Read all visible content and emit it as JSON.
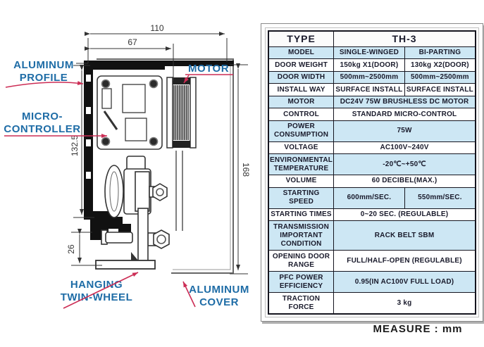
{
  "diagram": {
    "dimensions": {
      "width_total": "110",
      "width_inner": "67",
      "height_profile": "132.5",
      "height_cover": "168",
      "height_rail": "26"
    },
    "labels": {
      "aluminum_profile_1": "ALUMINUM",
      "aluminum_profile_2": "PROFILE",
      "motor": "MOTOR",
      "micro_controller_1": "MICRO-",
      "micro_controller_2": "CONTROLLER",
      "hanging_1": "HANGING",
      "hanging_2": "TWIN-WHEEL",
      "cover_1": "ALUMINUM",
      "cover_2": "COVER"
    },
    "colors": {
      "label_blue": "#1e6ca6",
      "leader_red": "#cc2d55",
      "line_dark": "#333333"
    }
  },
  "table": {
    "header": {
      "col1": "TYPE",
      "col2": "TH-3"
    },
    "row_highlight_color": "#cde7f4",
    "rows": [
      {
        "label": "MODEL",
        "v1": "SINGLE-WINGED",
        "v2": "BI-PARTING"
      },
      {
        "label": "DOOR WEIGHT",
        "v1": "150kg X1(DOOR)",
        "v2": "130kg X2(DOOR)"
      },
      {
        "label": "DOOR WIDTH",
        "v1": "500mm~2500mm",
        "v2": "500mm~2500mm"
      },
      {
        "label": "INSTALL WAY",
        "v1": "SURFACE INSTALL",
        "v2": "SURFACE INSTALL"
      },
      {
        "label": "MOTOR",
        "value": "DC24V 75W BRUSHLESS DC MOTOR"
      },
      {
        "label": "CONTROL",
        "value": "STANDARD MICRO-CONTROL"
      },
      {
        "label": "POWER CONSUMPTION",
        "value": "75W"
      },
      {
        "label": "VOLTAGE",
        "value": "AC100V~240V"
      },
      {
        "label": "ENVIRONMENTAL TEMPERATURE",
        "value": "-20℃~+50℃"
      },
      {
        "label": "VOLUME",
        "value": "60 DECIBEL(MAX.)"
      },
      {
        "label": "STARTING SPEED",
        "v1": "600mm/SEC.",
        "v2": "550mm/SEC."
      },
      {
        "label": "STARTING TIMES",
        "value": "0~20 SEC. (REGULABLE)"
      },
      {
        "label": "TRANSMISSION IMPORTANT CONDITION",
        "value": "RACK BELT SBM"
      },
      {
        "label": "OPENING DOOR RANGE",
        "value": "FULL/HALF-OPEN (REGULABLE)"
      },
      {
        "label": "PFC POWER EFFICIENCY",
        "value": "0.95(IN AC100V FULL LOAD)"
      },
      {
        "label": "TRACTION FORCE",
        "value": "3 kg"
      }
    ]
  },
  "footer": {
    "measure_label": "MEASURE : mm"
  }
}
